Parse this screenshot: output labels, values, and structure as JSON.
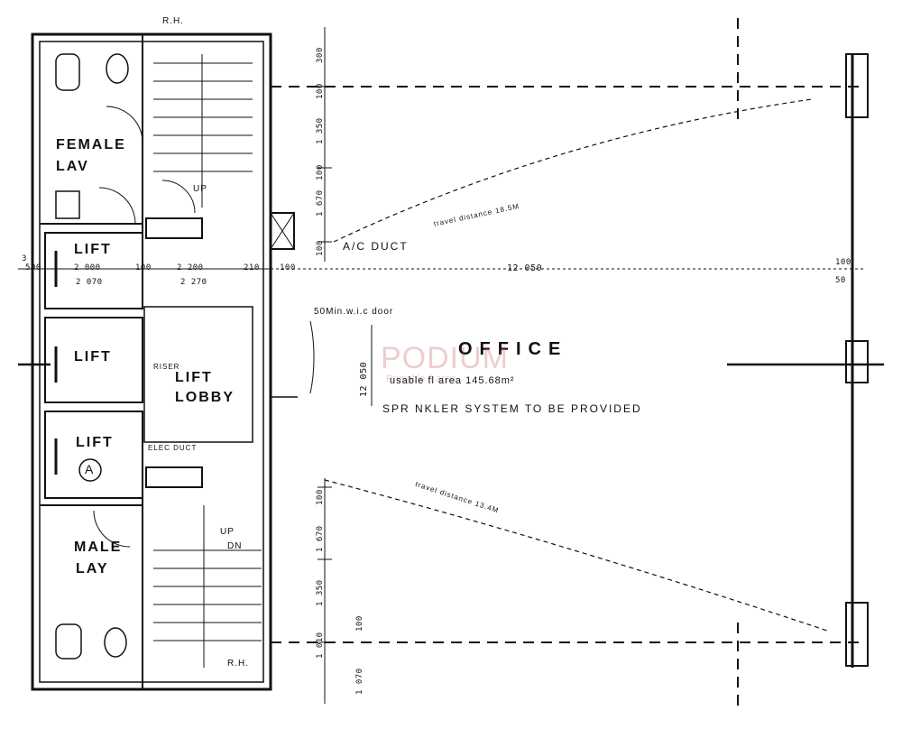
{
  "rooms": {
    "female_lav": [
      "FEMALE",
      "LAV"
    ],
    "male_lav": [
      "MALE",
      "LAY"
    ],
    "lift_1": "LIFT",
    "lift_2": "LIFT",
    "lift_3": "LIFT",
    "lift_marker": "A",
    "lift_lobby": [
      "LIFT",
      "LOBBY"
    ],
    "office": "OFFICE"
  },
  "notes": {
    "usable_area": "usable fl area  145.68m²",
    "sprinkler": "SPR NKLER SYSTEM TO BE PROVIDED",
    "ac_duct": "A/C DUCT",
    "door": "50Min.w.i.c door",
    "travel_top": "travel distance 18.5M",
    "travel_bottom": "travel distance 13.4M",
    "elec_duct": "ELEC DUCT",
    "riser": "RISER",
    "up": "UP",
    "dn": "DN",
    "up2": "UP",
    "rh_top": "R.H.",
    "rh_bottom": "R.H.",
    "watermark": "PODIUM",
    "watermark_sub": "Prusable fl area"
  },
  "dimensions": {
    "row_top": [
      "3",
      "500",
      "2 000",
      "100",
      "2 200",
      "210",
      "100"
    ],
    "row_bottom": [
      "2 070",
      "2 270"
    ],
    "office_width": "12 050",
    "office_height": "12 050",
    "right_top": "100",
    "right_bottom": "50",
    "v_top": [
      "300",
      "100",
      "1 350",
      "100",
      "1 670",
      "100"
    ],
    "v_bottom": [
      "1 670",
      "100",
      "1 350",
      "100",
      "1 010",
      "1 070"
    ]
  }
}
